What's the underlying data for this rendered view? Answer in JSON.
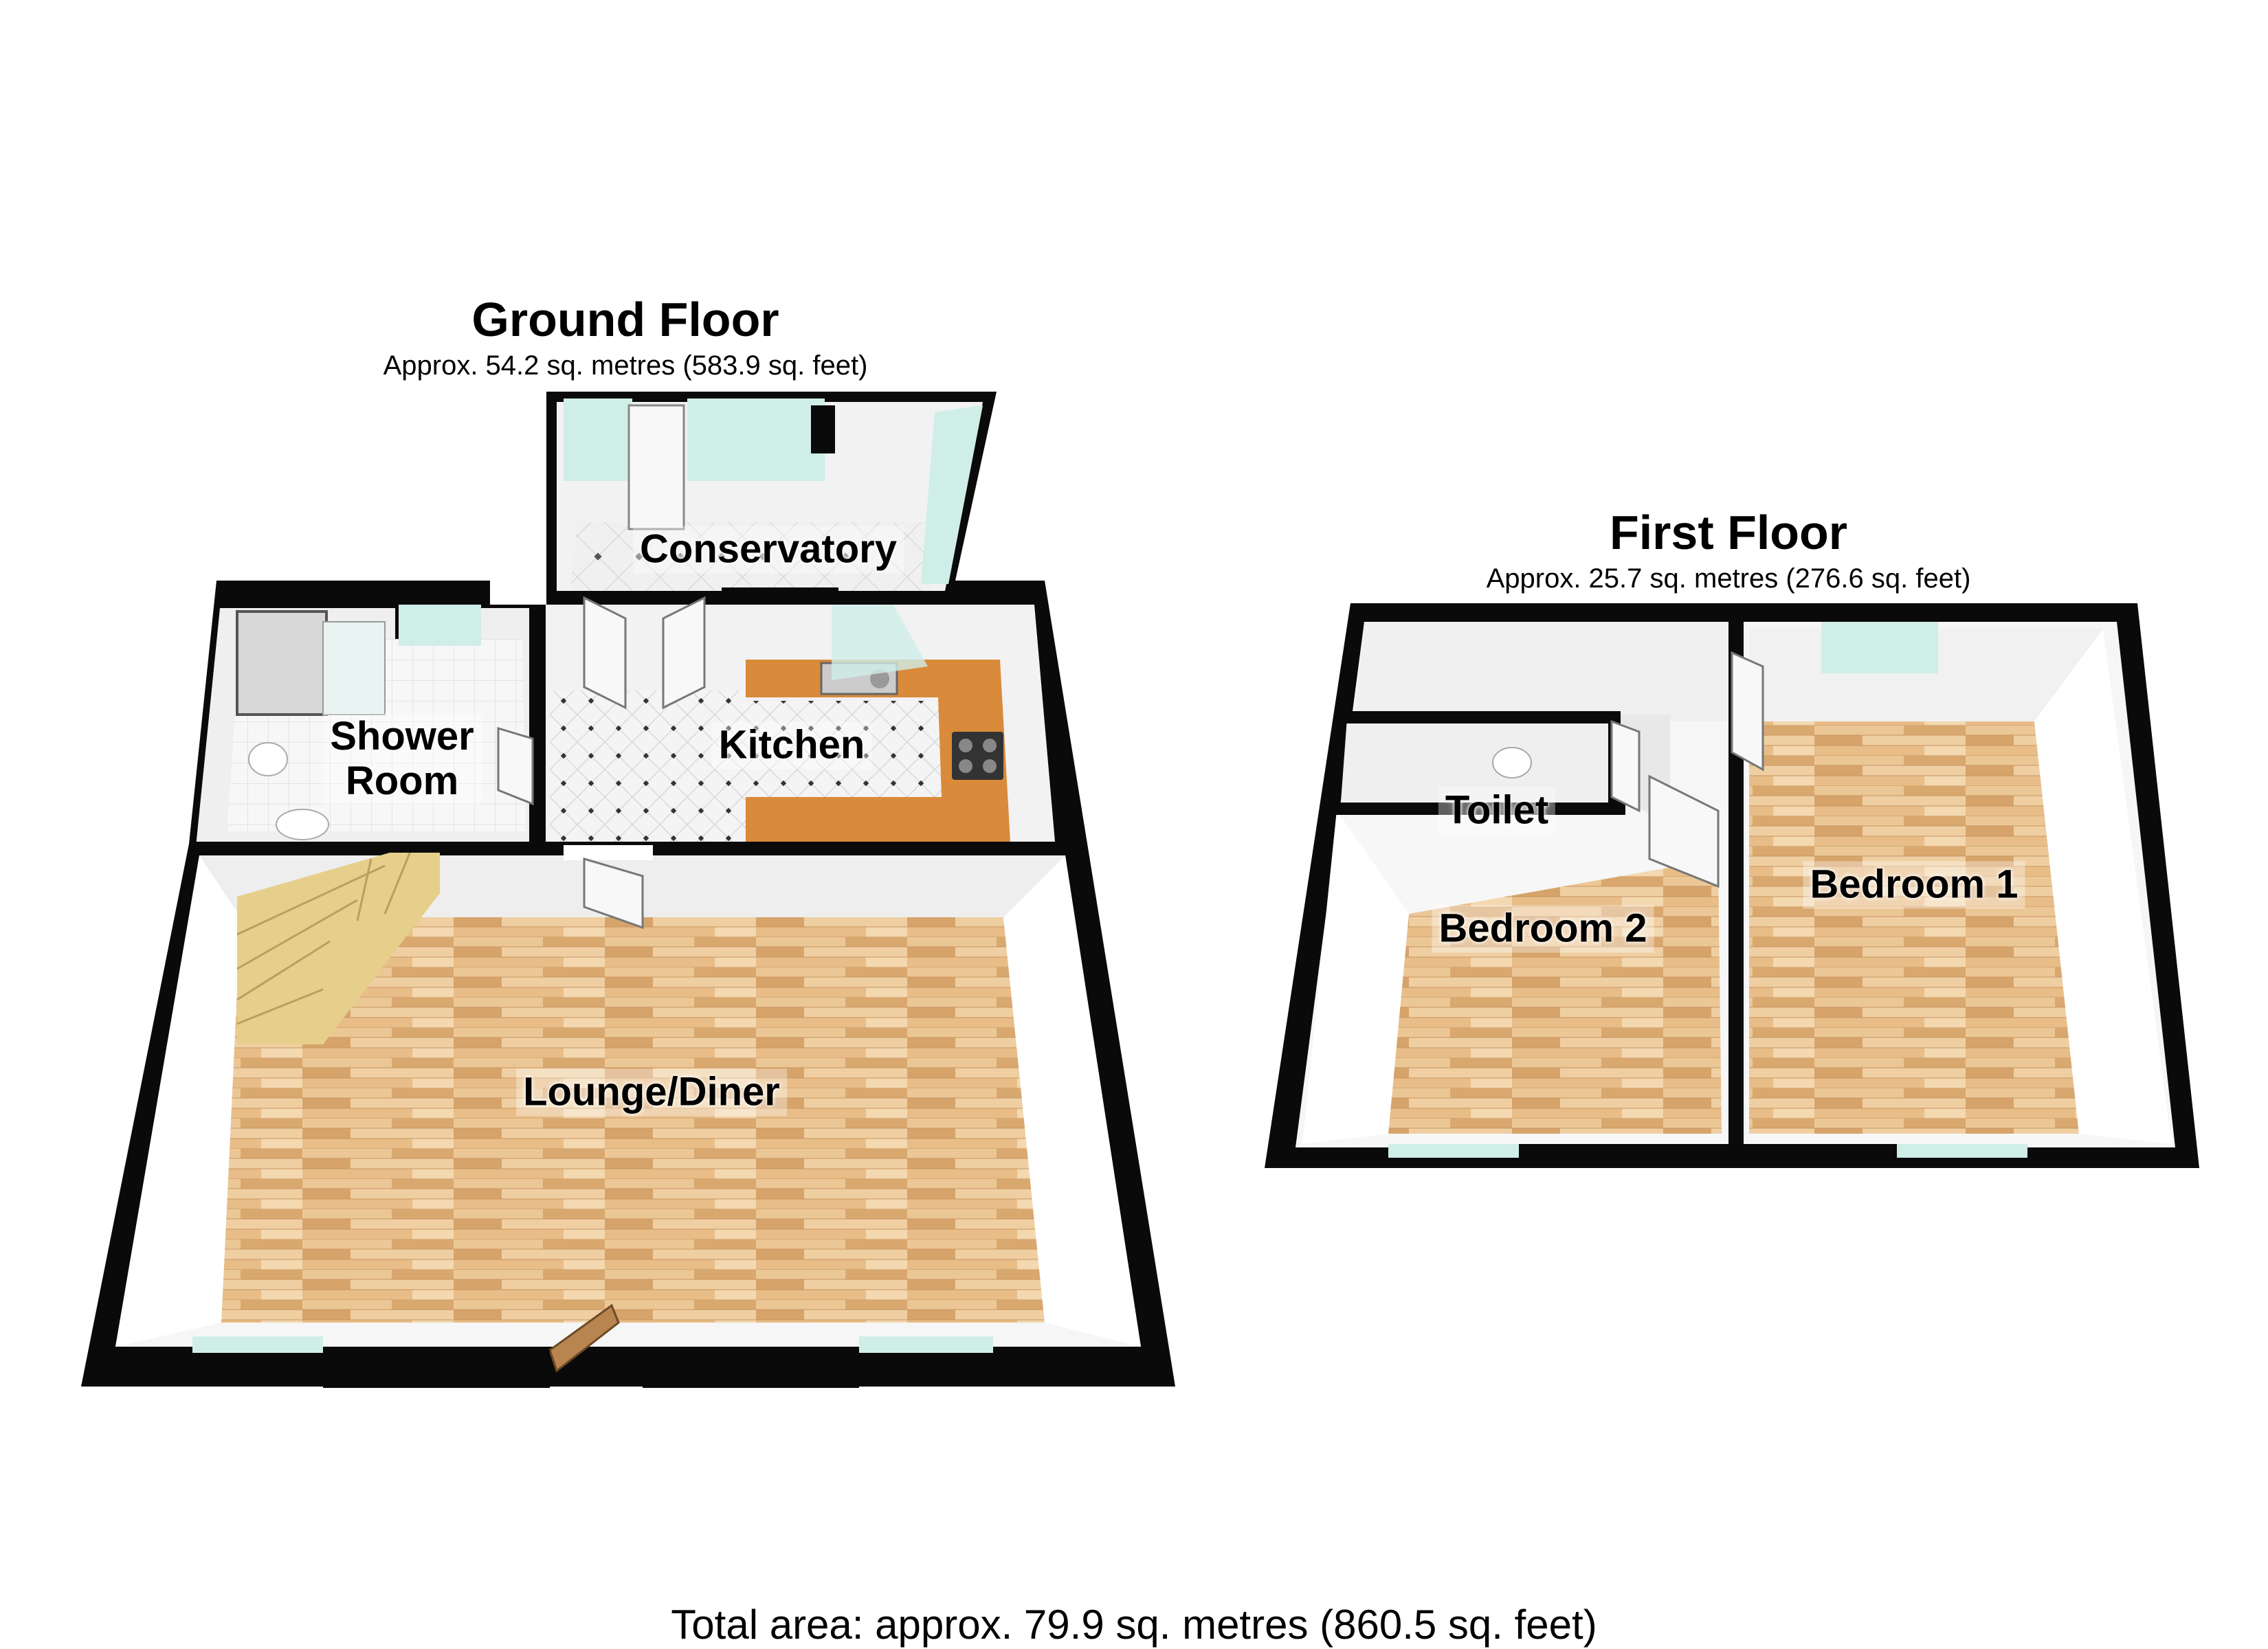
{
  "floors": {
    "ground": {
      "title": "Ground Floor",
      "area": "Approx. 54.2 sq. metres (583.9 sq. feet)",
      "rooms": {
        "conservatory": "Conservatory",
        "shower_line1": "Shower",
        "shower_line2": "Room",
        "kitchen": "Kitchen",
        "lounge": "Lounge/Diner"
      }
    },
    "first": {
      "title": "First Floor",
      "area": "Approx. 25.7 sq. metres (276.6 sq. feet)",
      "rooms": {
        "toilet": "Toilet",
        "bedroom2": "Bedroom 2",
        "bedroom1": "Bedroom 1"
      }
    }
  },
  "total_area": "Total area: approx. 79.9 sq. metres (860.5 sq. feet)",
  "colors": {
    "wall": "#0a0a0a",
    "wood_floor": "#e2b783",
    "tile_floor": "#f2f2f2",
    "worktop": "#d98a3a",
    "glass": "#cfeee8"
  }
}
